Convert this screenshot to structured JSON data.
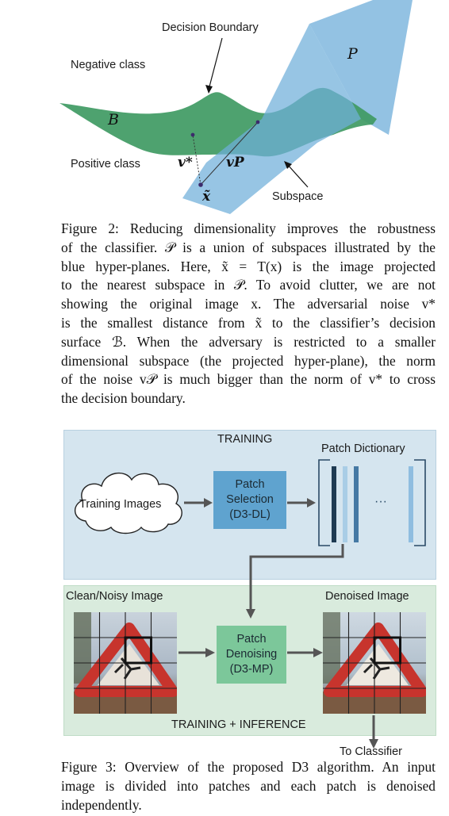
{
  "figure2": {
    "labels": {
      "decision_boundary": "Decision Boundary",
      "negative_class": "Negative class",
      "positive_class": "Positive class",
      "subspace": "Subspace",
      "boundary_symbol": "B",
      "union_symbol": "P",
      "v_star": "v*",
      "v_p": "vP",
      "x_tilde": "x̃"
    },
    "colors": {
      "manifold": "#3f9a63",
      "hyperplane": "#6faed9",
      "point": "#3c2b6b"
    },
    "caption_lines": [
      "Figure 2: Reducing dimensionality improves the robustness",
      "of the classifier. 𝒫 is a union of subspaces illustrated by the",
      "blue hyper-planes. Here, x̃ = T(x) is the image projected",
      "to the nearest subspace in 𝒫. To avoid clutter, we are not",
      "showing the original image x. The adversarial noise v*",
      "is the smallest distance from x̃ to the classifier’s decision",
      "surface ℬ. When the adversary is restricted to a smaller",
      "dimensional subspace (the projected hyper-plane), the norm",
      "of the noise v𝒫 is much bigger than the norm of v* to cross",
      "the decision boundary."
    ]
  },
  "figure3": {
    "training_title": "TRAINING",
    "inference_title": "TRAINING + INFERENCE",
    "training_images": "Training Images",
    "patch_selection": [
      "Patch",
      "Selection",
      "(D3-DL)"
    ],
    "patch_dictionary": "Patch Dictionary",
    "dictionary_dots": "···",
    "clean_noisy_image": "Clean/Noisy Image",
    "patch_denoising": [
      "Patch",
      "Denoising",
      "(D3-MP)"
    ],
    "denoised_image": "Denoised Image",
    "to_classifier": "To Classifier",
    "colors": {
      "training_panel": "#d5e5ef",
      "inference_panel": "#d9ebdd",
      "blue_box": "#5fa3cf",
      "green_box": "#7cc79a"
    },
    "caption_lines": [
      "Figure 3: Overview of the proposed D3 algorithm. An input",
      "image is divided into patches and each patch is denoised",
      "independently."
    ]
  }
}
